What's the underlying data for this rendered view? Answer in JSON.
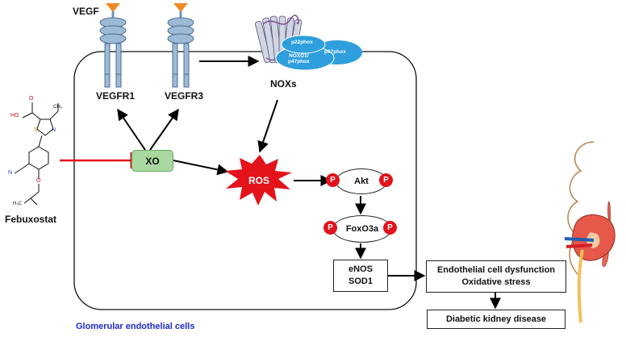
{
  "labels": {
    "vegf": "VEGF",
    "vegfr1": "VEGFR1",
    "vegfr3": "VEGFR3",
    "noxs": "NOXs",
    "xo": "XO",
    "ros": "ROS",
    "akt": "Akt",
    "foxo3a": "FoxO3a",
    "enos": "eNOS",
    "sod1": "SOD1",
    "dysfunction": "Endothelial cell dysfunction",
    "oxidative": "Oxidative stress",
    "dkd": "Diabetic kidney disease",
    "cells": "Glomerular endothelial cells",
    "febuxostat": "Febuxostat",
    "phospho": "P"
  },
  "nox_subunits": {
    "p22": "p22phox",
    "noxo1": "NOXO1/",
    "p47": "p47phox",
    "p67": "p67phox"
  },
  "molecule_atoms": {
    "ho": "HO",
    "o": "O",
    "s": "S",
    "n": "N",
    "cn": "N",
    "o2": "O",
    "h3c": "H₃C",
    "ch3": "CH₃"
  },
  "colors": {
    "xo_fill": "#a9d8a0",
    "ros_fill": "#e3121b",
    "phospho": "#e3121b",
    "nox_blue": "#2e9fdc",
    "receptor": "#9dbad6",
    "ligand": "#f08a24",
    "inhibit": "#e3121b",
    "cells_text": "#1c2bd1"
  }
}
